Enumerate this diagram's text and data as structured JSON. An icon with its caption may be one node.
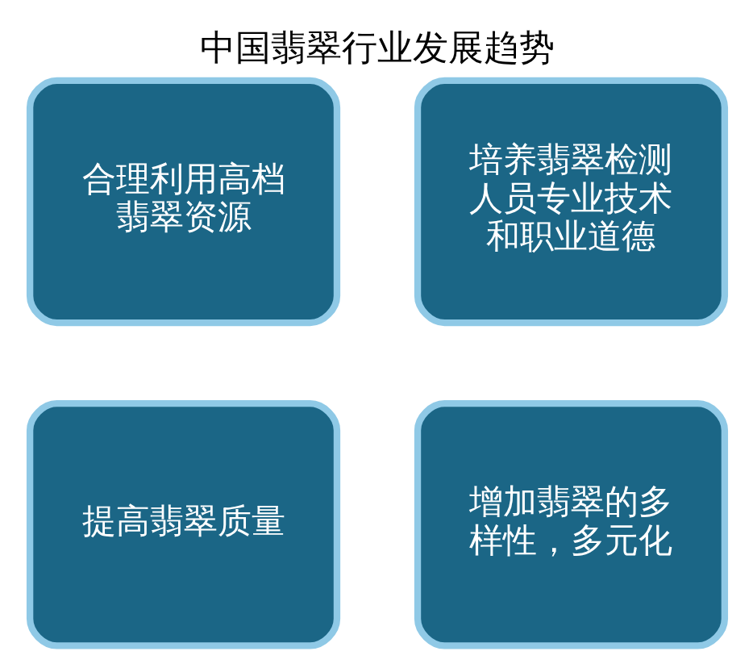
{
  "diagram": {
    "title": "中国翡翠行业发展趋势",
    "nodes": [
      {
        "text": [
          "合理利用高档翡翠资源"
        ]
      },
      {
        "text": [
          "培养翡翠检测人员专业技术和职业道德"
        ]
      },
      {
        "text": [
          "提高翡翠质量"
        ]
      },
      {
        "text": [
          "增加翡翠的多样性，多元化"
        ]
      }
    ],
    "edges": []
  }
}
